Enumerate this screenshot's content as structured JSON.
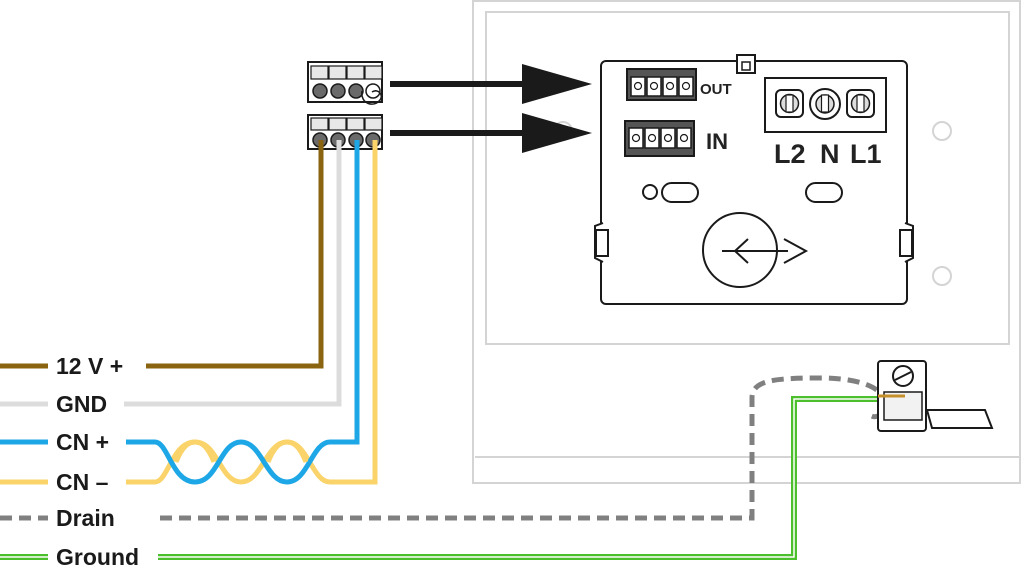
{
  "wires": [
    {
      "label": "12 V +",
      "color": "#8a6410",
      "style": "solid"
    },
    {
      "label": "GND",
      "color": "#dcdcdc",
      "style": "solid"
    },
    {
      "label": "CN +",
      "color": "#1ea7e6",
      "style": "solid"
    },
    {
      "label": "CN –",
      "color": "#fad46a",
      "style": "solid"
    },
    {
      "label": "Drain",
      "color": "#808080",
      "style": "dashed"
    },
    {
      "label": "Ground",
      "color": "#4bbf2c",
      "style": "double"
    }
  ],
  "terminals": {
    "out_label": "OUT",
    "in_label": "IN",
    "l2_label": "L2",
    "n_label": "N",
    "l1_label": "L1"
  },
  "icons": {
    "arrow": "arrow-right-icon",
    "slide": "double-arrow-icon",
    "screw": "screw-icon"
  }
}
